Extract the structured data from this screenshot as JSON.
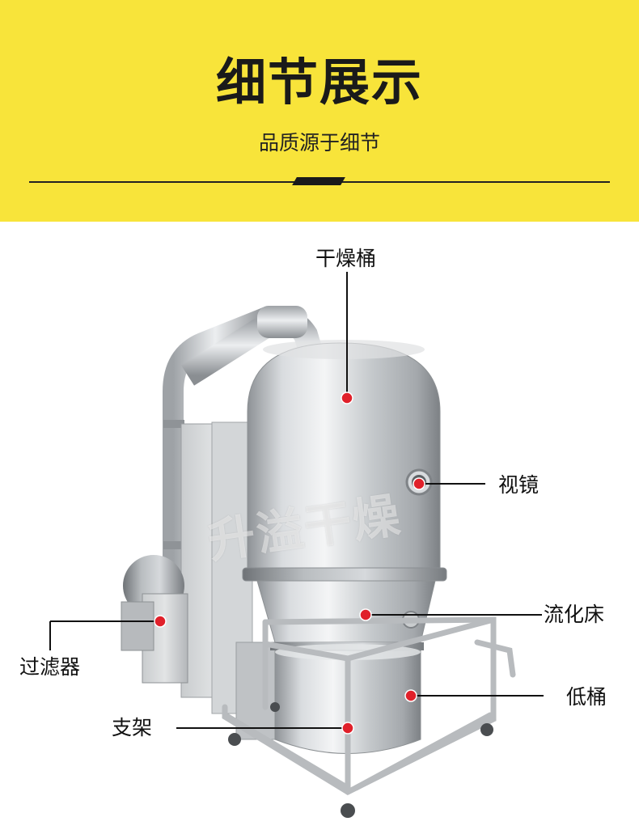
{
  "header": {
    "title": "细节展示",
    "subtitle": "品质源于细节"
  },
  "watermark": "升溢干燥",
  "callouts": {
    "drying_drum": "干燥桶",
    "sight_glass": "视镜",
    "fluid_bed": "流化床",
    "lower_drum": "低桶",
    "filter": "过滤器",
    "stand": "支架"
  },
  "colors": {
    "banner": "#f8e43a",
    "marker": "#e0202a",
    "text": "#111111"
  }
}
